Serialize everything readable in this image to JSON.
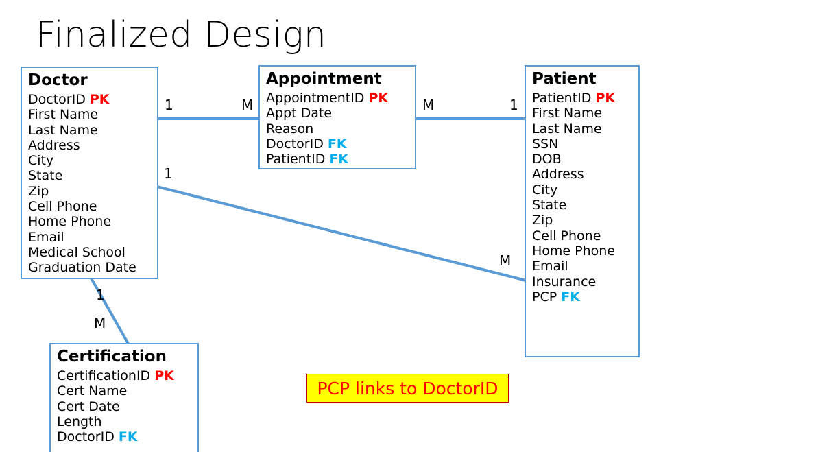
{
  "title": "Finalized Design",
  "colors": {
    "entity_border": "#5B9BD5",
    "connector": "#5B9BD5",
    "pk": "#FF0000",
    "fk": "#00AEEF",
    "note_fill": "#FFFF00",
    "note_border": "#C00000",
    "note_text": "#FF0000"
  },
  "entities": [
    {
      "id": "doctor",
      "name": "Doctor",
      "attributes": [
        {
          "name": "DoctorID",
          "key": "PK"
        },
        {
          "name": "First Name",
          "key": ""
        },
        {
          "name": "Last Name",
          "key": ""
        },
        {
          "name": "Address",
          "key": ""
        },
        {
          "name": "City",
          "key": ""
        },
        {
          "name": "State",
          "key": ""
        },
        {
          "name": "Zip",
          "key": ""
        },
        {
          "name": "Cell Phone",
          "key": ""
        },
        {
          "name": "Home Phone",
          "key": ""
        },
        {
          "name": "Email",
          "key": ""
        },
        {
          "name": "Medical School",
          "key": ""
        },
        {
          "name": "Graduation Date",
          "key": ""
        }
      ]
    },
    {
      "id": "appointment",
      "name": "Appointment",
      "attributes": [
        {
          "name": "AppointmentID",
          "key": "PK"
        },
        {
          "name": "Appt Date",
          "key": ""
        },
        {
          "name": "Reason",
          "key": ""
        },
        {
          "name": "DoctorID",
          "key": "FK"
        },
        {
          "name": "PatientID",
          "key": "FK"
        }
      ]
    },
    {
      "id": "patient",
      "name": "Patient",
      "attributes": [
        {
          "name": "PatientID",
          "key": "PK"
        },
        {
          "name": "First Name",
          "key": ""
        },
        {
          "name": "Last Name",
          "key": ""
        },
        {
          "name": "SSN",
          "key": ""
        },
        {
          "name": "DOB",
          "key": ""
        },
        {
          "name": "Address",
          "key": ""
        },
        {
          "name": "City",
          "key": ""
        },
        {
          "name": "State",
          "key": ""
        },
        {
          "name": "Zip",
          "key": ""
        },
        {
          "name": "Cell Phone",
          "key": ""
        },
        {
          "name": "Home Phone",
          "key": ""
        },
        {
          "name": "Email",
          "key": ""
        },
        {
          "name": "Insurance",
          "key": ""
        },
        {
          "name": "PCP",
          "key": "FK"
        }
      ]
    },
    {
      "id": "certification",
      "name": "Certification",
      "attributes": [
        {
          "name": "CertificationID",
          "key": "PK"
        },
        {
          "name": "Cert Name",
          "key": ""
        },
        {
          "name": "Cert Date",
          "key": ""
        },
        {
          "name": "Length",
          "key": ""
        },
        {
          "name": "DoctorID",
          "key": "FK"
        }
      ]
    }
  ],
  "relationships": [
    {
      "id": "doctor-appointment",
      "from": "doctor",
      "to": "appointment",
      "from_cardinality": "1",
      "to_cardinality": "M"
    },
    {
      "id": "appointment-patient",
      "from": "appointment",
      "to": "patient",
      "from_cardinality": "M",
      "to_cardinality": "1"
    },
    {
      "id": "doctor-patient",
      "from": "doctor",
      "to": "patient",
      "from_cardinality": "1",
      "to_cardinality": "M"
    },
    {
      "id": "doctor-certification",
      "from": "doctor",
      "to": "certification",
      "from_cardinality": "1",
      "to_cardinality": "M"
    }
  ],
  "note": {
    "text": "PCP links to DoctorID"
  }
}
